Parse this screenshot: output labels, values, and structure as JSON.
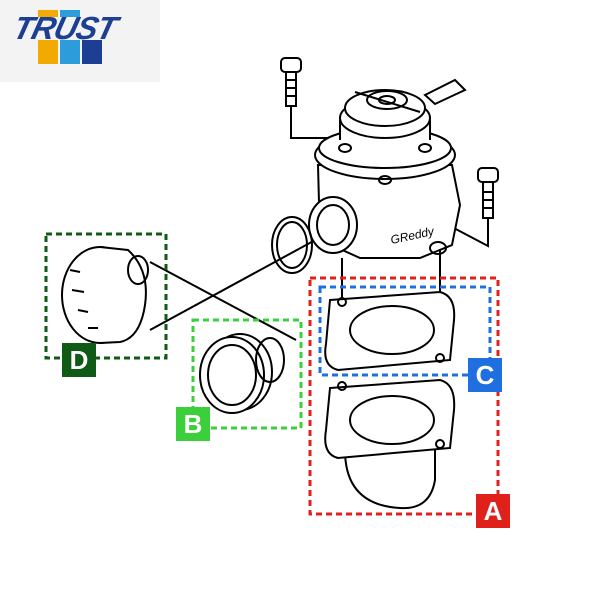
{
  "brand": {
    "name": "TRUST",
    "stripe_colors": [
      "#1c3f94",
      "#f2a900",
      "#2d9cdb",
      "#ffffff"
    ]
  },
  "body_text": "GReddy",
  "parts": [
    {
      "label": "A",
      "color": "#e0201b"
    },
    {
      "label": "B",
      "color": "#3ccf3c"
    },
    {
      "label": "C",
      "color": "#1f6fe0"
    },
    {
      "label": "D",
      "color": "#0f5a14"
    }
  ]
}
